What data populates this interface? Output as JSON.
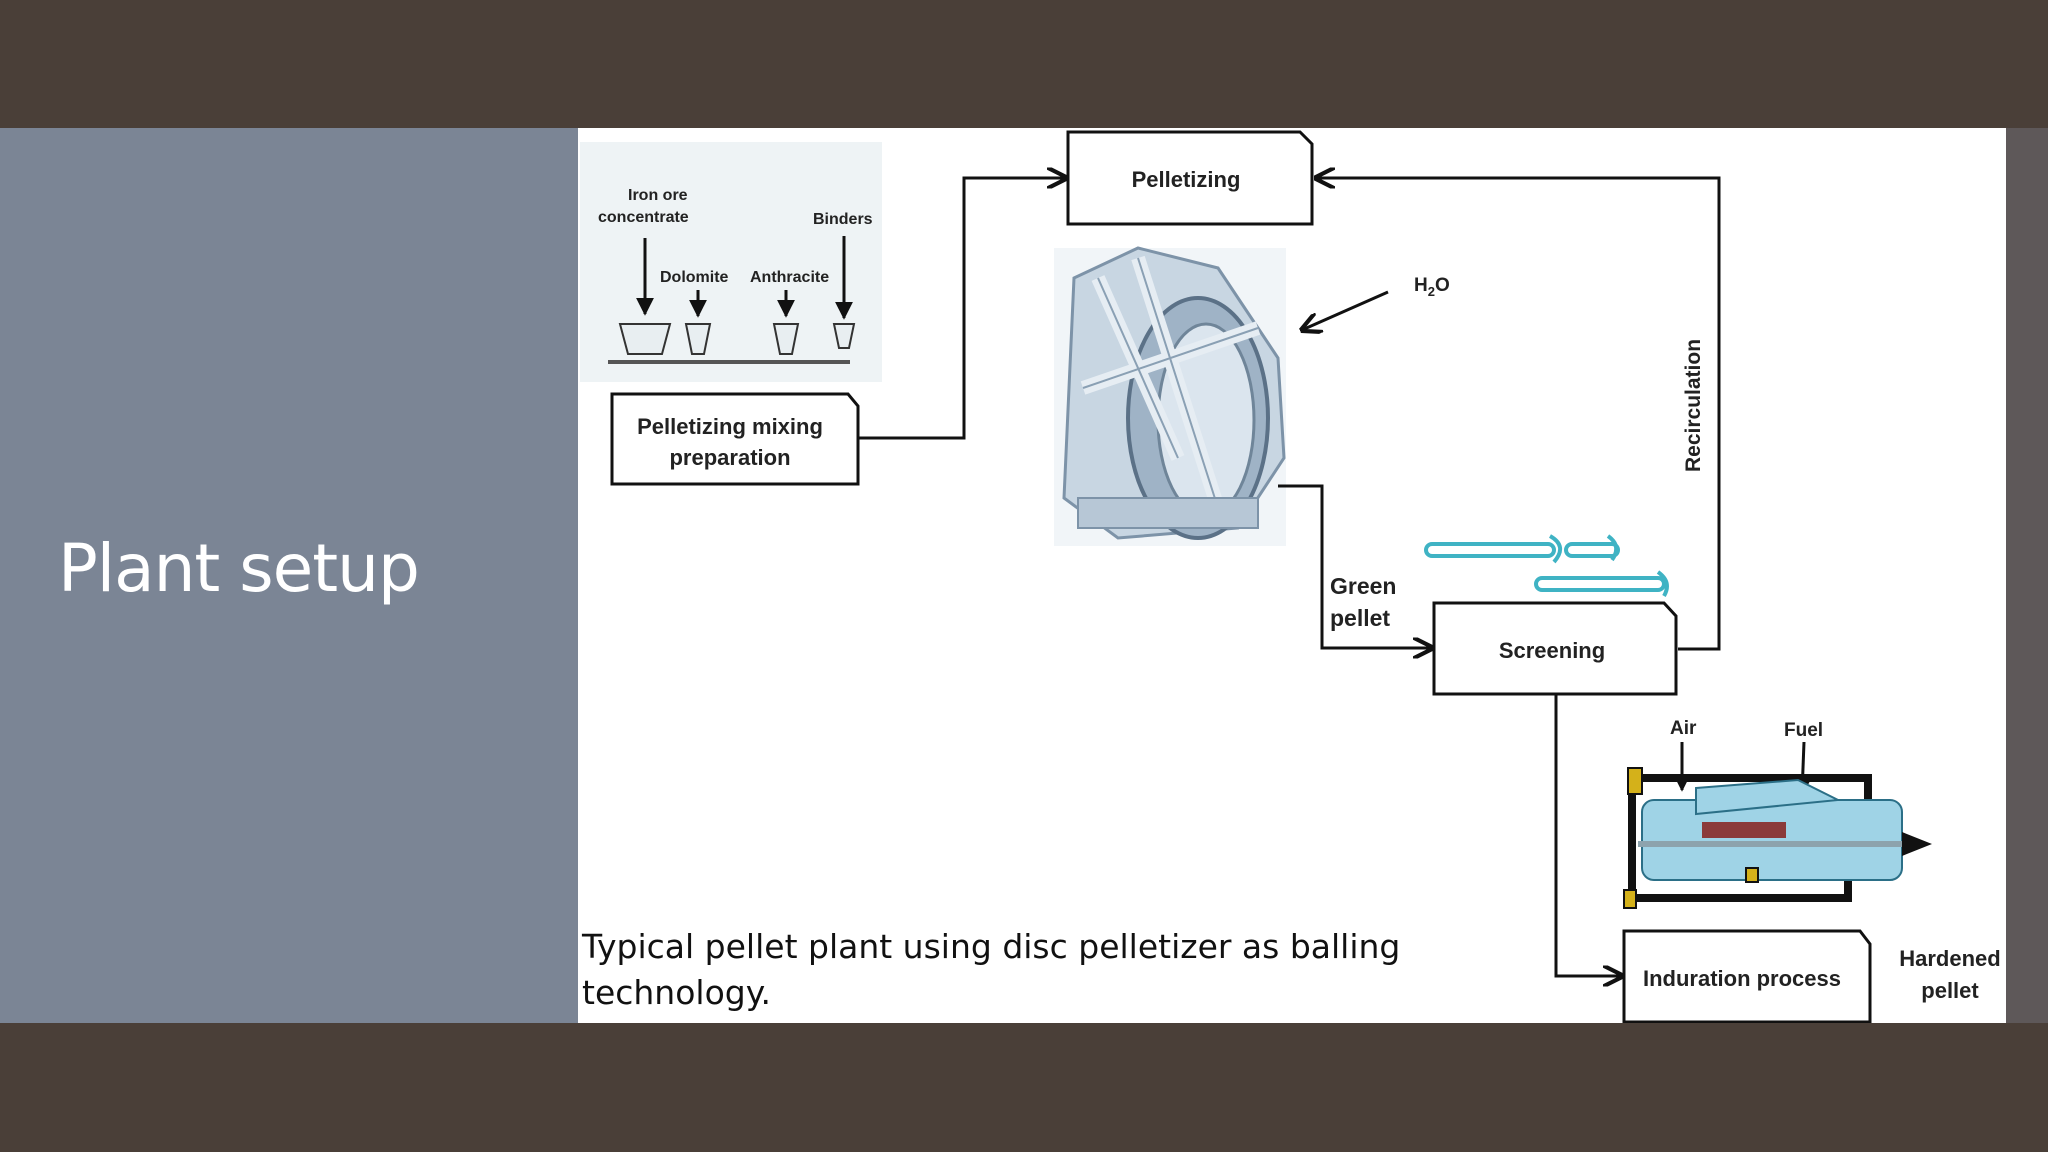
{
  "slide": {
    "title": "Plant setup",
    "caption": "Typical pellet plant using disc pelletizer as balling technology."
  },
  "diagram": {
    "inputs": {
      "iron_ore_line1": "Iron ore",
      "iron_ore_line2": "concentrate",
      "dolomite": "Dolomite",
      "anthracite": "Anthracite",
      "binders": "Binders"
    },
    "mixing_line1": "Pelletizing mixing",
    "mixing_line2": "preparation",
    "pelletizing": "Pelletizing",
    "water_main": "H",
    "water_sub": "2",
    "water_tail": "O",
    "recirculation": "Recirculation",
    "green_pellet_line1": "Green",
    "green_pellet_line2": "pellet",
    "screening": "Screening",
    "air": "Air",
    "fuel": "Fuel",
    "induration": "Induration process",
    "hardened_line1": "Hardened",
    "hardened_line2": "pellet"
  }
}
